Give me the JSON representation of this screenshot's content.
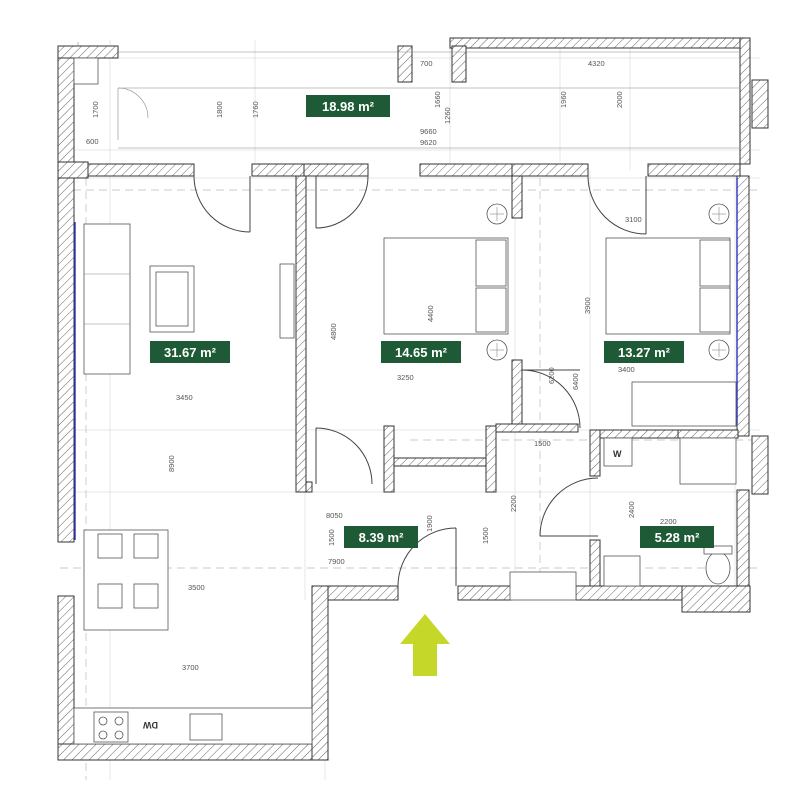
{
  "rooms": [
    {
      "id": "balcony",
      "area": "18.98 m²"
    },
    {
      "id": "living",
      "area": "31.67 m²"
    },
    {
      "id": "bedroom1",
      "area": "14.65 m²"
    },
    {
      "id": "bedroom2",
      "area": "13.27 m²"
    },
    {
      "id": "hall",
      "area": "8.39 m²"
    },
    {
      "id": "bathroom",
      "area": "5.28 m²"
    }
  ],
  "dimensions": {
    "d700": "700",
    "d4320": "4320",
    "d1700": "1700",
    "d1800": "1800",
    "d1760": "1760",
    "d1660": "1660",
    "d1260": "1260",
    "d1960": "1960",
    "d2000": "2000",
    "d9660": "9660",
    "d9620": "9620",
    "d600": "600",
    "d3100": "3100",
    "d4800": "4800",
    "d4400": "4400",
    "d3900": "3900",
    "d3250": "3250",
    "d3400": "3400",
    "d6200": "6200",
    "d6400": "6400",
    "d3450": "3450",
    "d8900": "8900",
    "d1500a": "1500",
    "d2200a": "2200",
    "d2400": "2400",
    "d2200b": "2200",
    "d8050": "8050",
    "d1900": "1900",
    "d1500b": "1500",
    "d1500c": "1500",
    "d7900": "7900",
    "d3500": "3500",
    "d3700": "3700"
  },
  "appliance_labels": {
    "washer": "W",
    "dishwasher": "DW"
  },
  "colors": {
    "label_bg": "#1d5a35",
    "entrance_arrow": "#c5d82a",
    "glazing": "#2b2fbf"
  },
  "icons": {
    "entrance": "entrance-arrow-icon"
  }
}
